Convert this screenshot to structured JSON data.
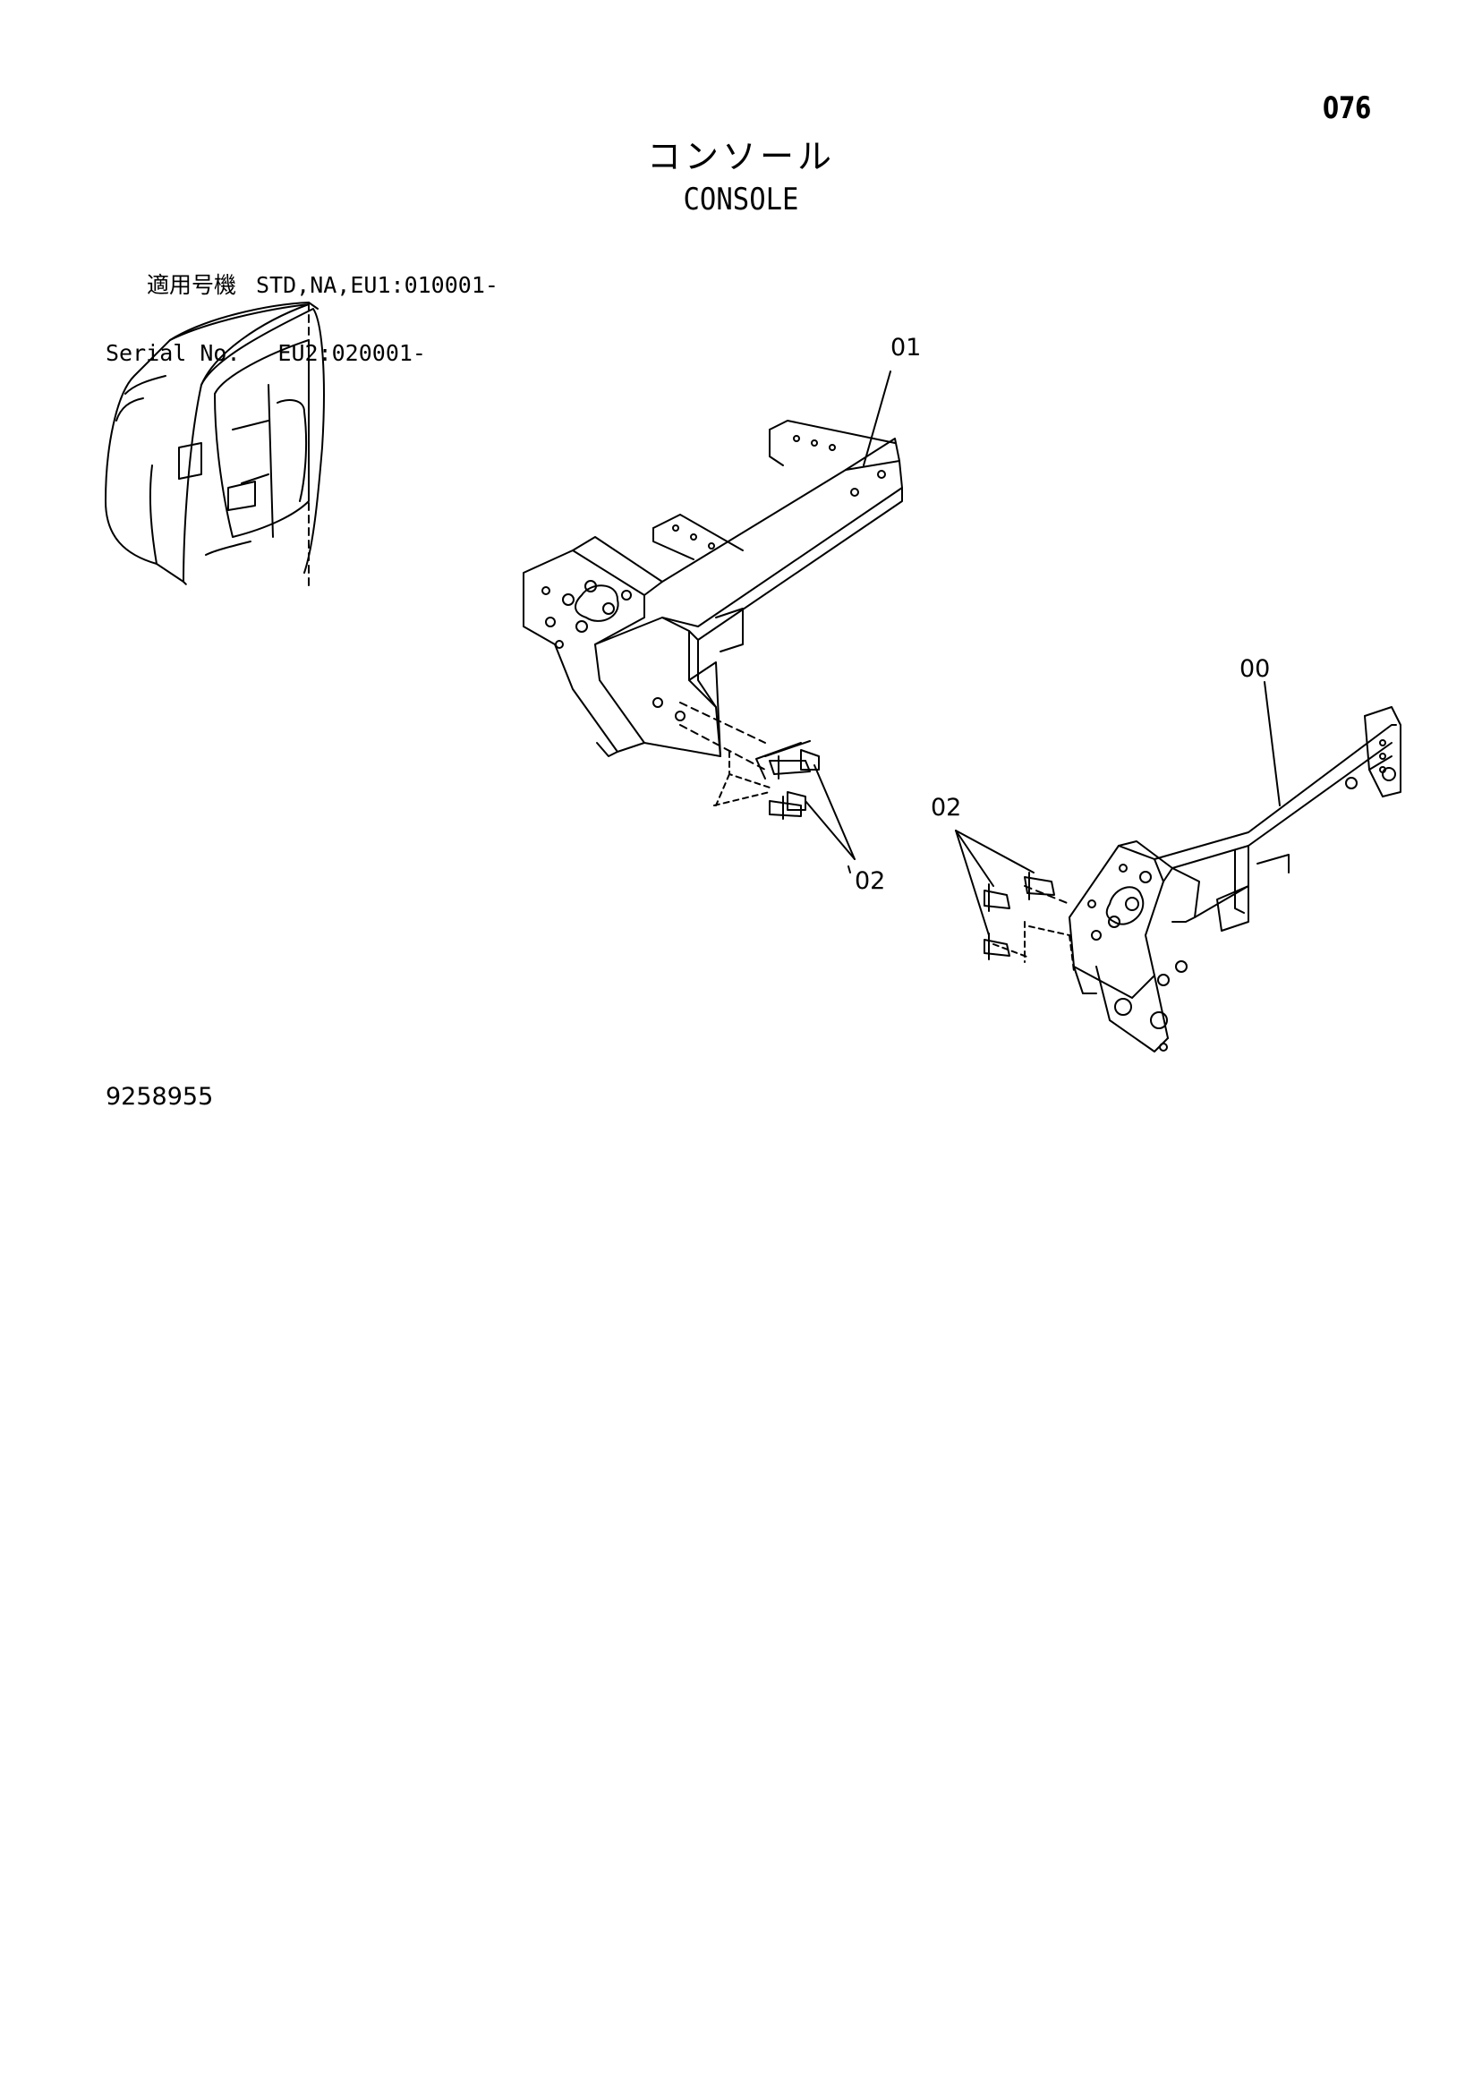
{
  "page_number": "076",
  "title_ja": "コンソール",
  "title_en": "CONSOLE",
  "serial": {
    "label_ja": "適用号機",
    "label_en": "Serial No.",
    "line1": "STD,NA,EU1:010001-",
    "line2": "EU2:020001-"
  },
  "callouts": {
    "part_01": "01",
    "part_00": "00",
    "part_02_left": "02",
    "part_02_right": "02"
  },
  "drawing_number": "9258955",
  "colors": {
    "ink": "#000000",
    "paper": "#ffffff"
  }
}
